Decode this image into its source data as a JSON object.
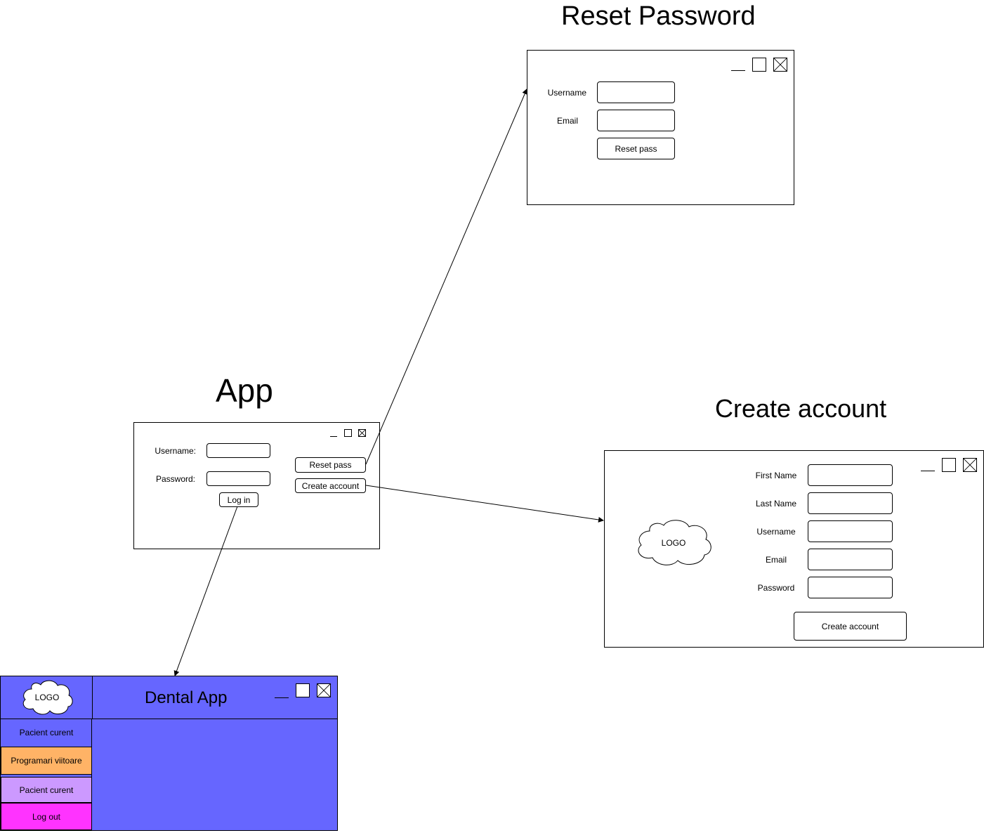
{
  "titles": {
    "reset_password": "Reset Password",
    "app": "App",
    "create_account": "Create account"
  },
  "reset_window": {
    "username_label": "Username",
    "email_label": "Email",
    "reset_button": "Reset pass"
  },
  "login_window": {
    "username_label": "Username:",
    "password_label": "Password:",
    "login_button": "Log in",
    "reset_button": "Reset pass",
    "create_account_button": "Create account"
  },
  "create_window": {
    "logo_text": "LOGO",
    "first_name_label": "First Name",
    "last_name_label": "Last Name",
    "username_label": "Username",
    "email_label": "Email",
    "password_label": "Password",
    "create_button": "Create account"
  },
  "dental_app": {
    "logo_text": "LOGO",
    "title": "Dental App",
    "current_section": "Pacient curent",
    "menu": [
      {
        "label": "Programari viitoare",
        "color": "#FFB366"
      },
      {
        "label": "Pacient curent",
        "color": "#CC99FF"
      },
      {
        "label": "Log out",
        "color": "#FF33FF"
      }
    ],
    "background_color": "#6666FF"
  }
}
